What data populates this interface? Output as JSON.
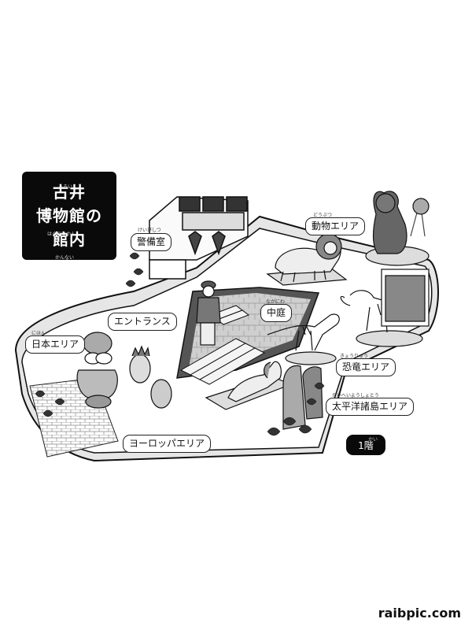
{
  "title": {
    "line1": "古井",
    "line2": "博物館の",
    "line3": "館内",
    "line1_furigana": "ふるい",
    "line2_furigana": "はくぶつかん",
    "line3_furigana": "かんない"
  },
  "areas": {
    "security": {
      "label": "警備室",
      "furigana": "けいびしつ"
    },
    "animal": {
      "label": "動物エリア",
      "furigana": "どうぶつ"
    },
    "entrance": {
      "label": "エントランス"
    },
    "courtyard": {
      "label": "中庭",
      "furigana": "なかにわ"
    },
    "japan": {
      "label": "日本エリア",
      "furigana": "にほん"
    },
    "dinosaur": {
      "label": "恐竜エリア",
      "furigana": "きょうりゅう"
    },
    "pacific": {
      "label": "太平洋諸島エリア",
      "furigana": "たいへいようしょとう"
    },
    "europe": {
      "label": "ヨーロッパエリア"
    }
  },
  "floor": {
    "label": "1階",
    "furigana": "かい"
  },
  "watermark": "raibpic.com"
}
